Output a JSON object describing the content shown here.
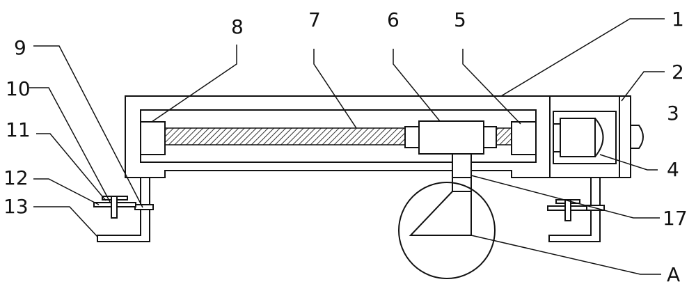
{
  "figure": {
    "labels": {
      "l1": "1",
      "l2": "2",
      "l3": "3",
      "l4": "4",
      "l5": "5",
      "l6": "6",
      "l7": "7",
      "l8": "8",
      "l9": "9",
      "l10": "10",
      "l11": "11",
      "l12": "12",
      "l13": "13",
      "l17": "17",
      "lA": "A"
    }
  }
}
